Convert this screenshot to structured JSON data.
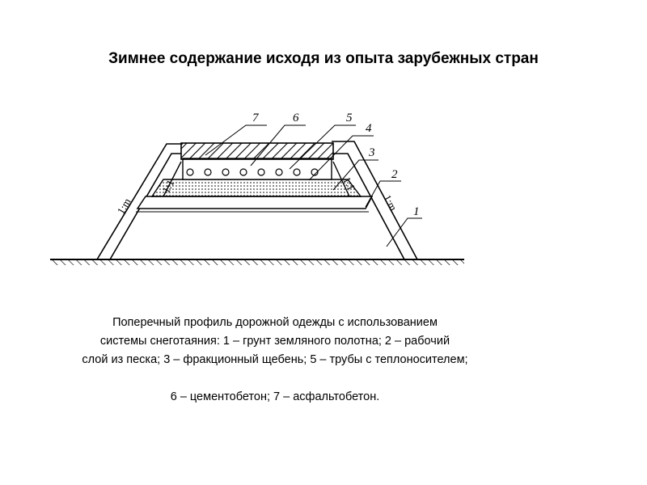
{
  "slide": {
    "title": "Зимнее содержание исходя из опыта зарубежных стран"
  },
  "diagram": {
    "labels": {
      "n1": "1",
      "n2": "2",
      "n3": "3",
      "n4": "4",
      "n5": "5",
      "n6": "6",
      "n7": "7"
    },
    "slope_labels": {
      "left_outer": "1:m",
      "left_inner": "1:1",
      "right_inner": "1:1",
      "right_outer": "1:m"
    }
  },
  "caption": {
    "lines": [
      "Поперечный профиль дорожной одежды с использованием",
      "системы снеготаяния: 1 – грунт земляного полотна; 2 – рабочий",
      "слой из песка; 3 – фракционный щебень; 5 – трубы с теплоносителем;",
      "6 – цементобетон; 7 – асфальтобетон."
    ]
  }
}
